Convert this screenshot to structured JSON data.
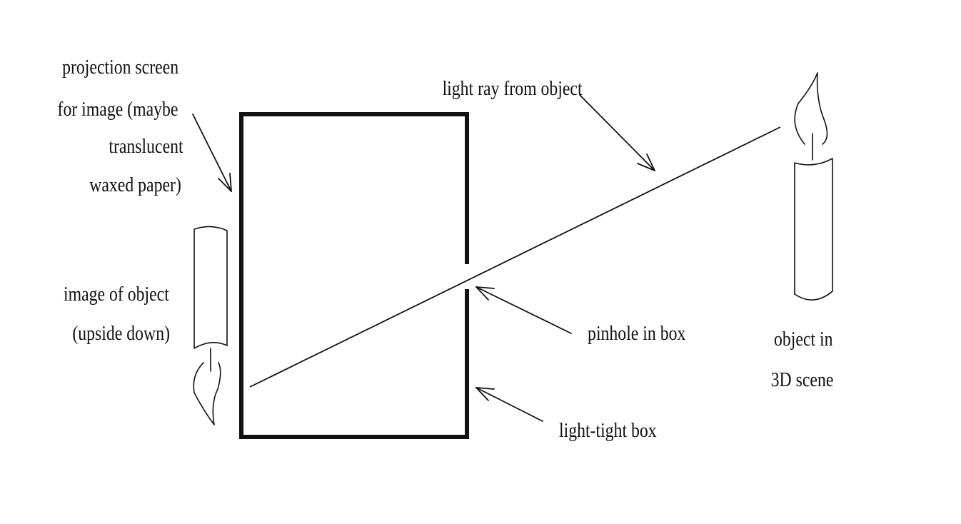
{
  "labels": {
    "projection_screen": [
      "projection screen",
      "for image (maybe",
      "translucent",
      "waxed paper)"
    ],
    "image_of_object": [
      "image of object",
      "(upside down)"
    ],
    "light_ray": "light ray from object",
    "pinhole": "pinhole in box",
    "light_tight_box": "light-tight box",
    "object_in_scene": [
      "object in",
      "3D scene"
    ]
  },
  "colors": {
    "ink": "#111111",
    "background": "#ffffff"
  }
}
